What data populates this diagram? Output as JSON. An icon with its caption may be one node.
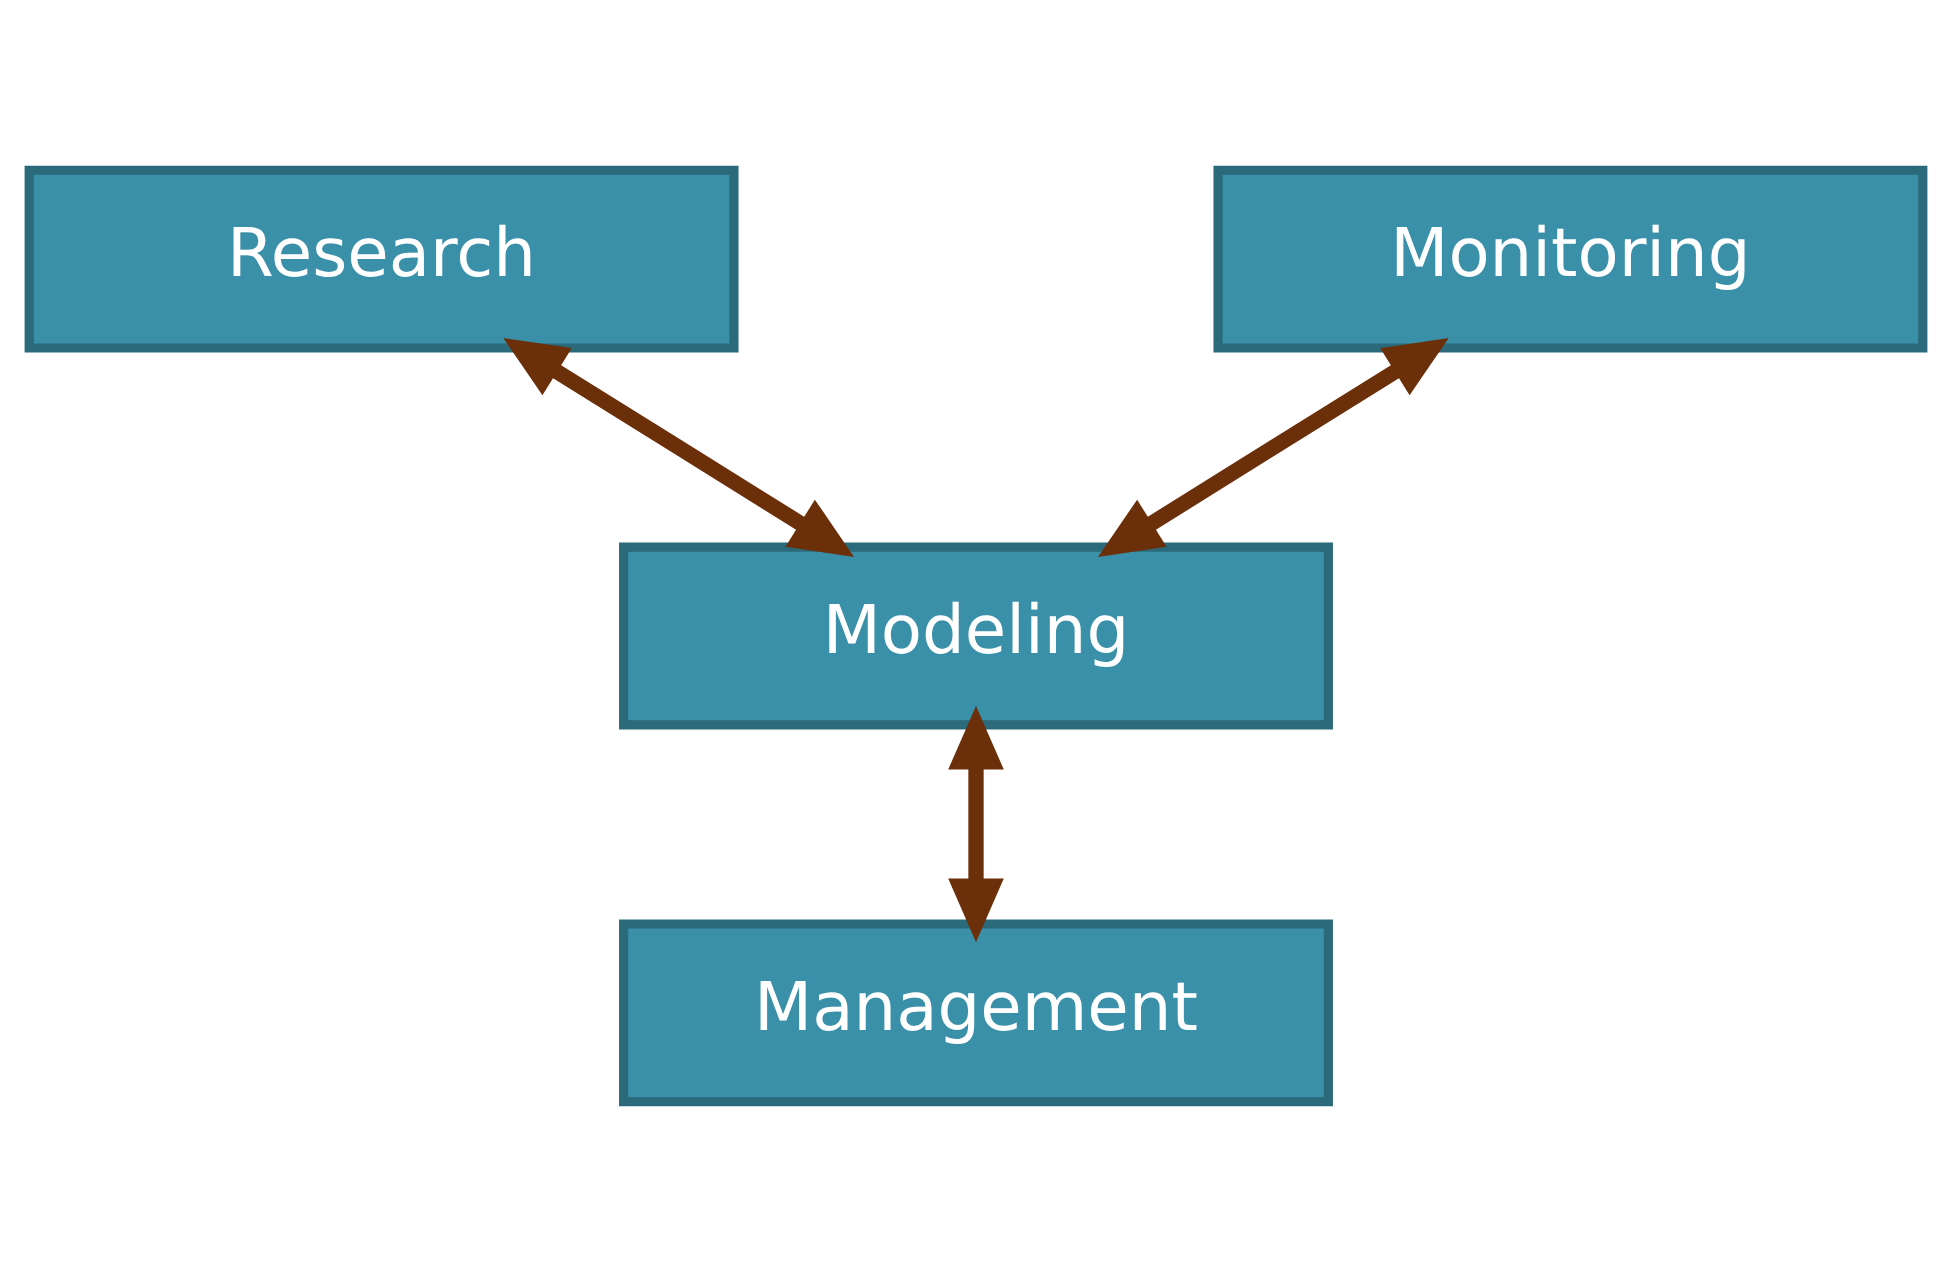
{
  "diagram": {
    "nodes": [
      {
        "text": [
          "Research"
        ]
      },
      {
        "text": [
          "Monitoring"
        ]
      },
      {
        "text": [
          "Modeling"
        ]
      },
      {
        "text": [
          "Management"
        ]
      }
    ],
    "edges": [
      {
        "from": 0,
        "to": 2,
        "arrow": "both"
      },
      {
        "from": 1,
        "to": 2,
        "arrow": "both"
      },
      {
        "from": 2,
        "to": 3,
        "arrow": "both"
      }
    ]
  }
}
